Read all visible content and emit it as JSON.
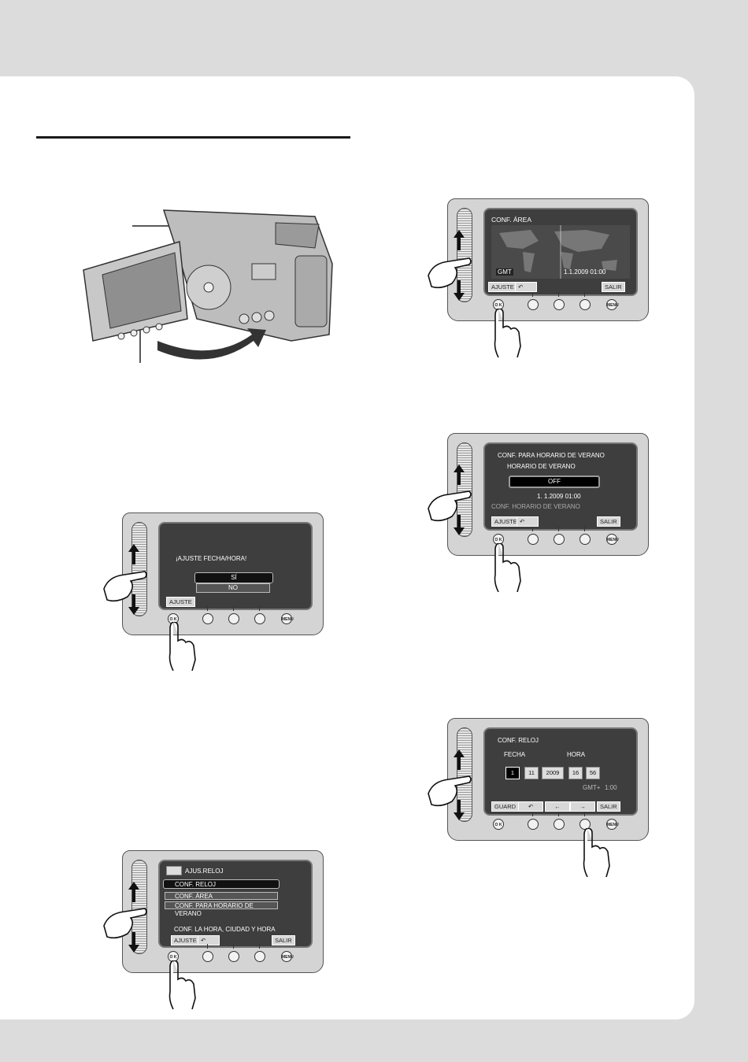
{
  "screens": {
    "fecha_hora": {
      "message": "¡AJUSTE FECHA/HORA!",
      "opt_yes": "SÍ",
      "opt_no": "NO",
      "btn_set": "AJUSTE"
    },
    "ajus_reloj": {
      "title": "AJUS.RELOJ",
      "item1": "CONF. RELOJ",
      "item2": "CONF. ÁREA",
      "item3": "CONF. PARA HORARIO DE VERANO",
      "hint": "CONF. LA HORA, CIUDAD Y HORA",
      "btn_set": "AJUSTE",
      "btn_exit": "SALIR"
    },
    "area": {
      "title": "CONF. ÁREA",
      "gmt": "GMT",
      "datetime": "1.1.2009 01:00",
      "btn_set": "AJUSTE",
      "btn_exit": "SALIR"
    },
    "verano": {
      "title": "CONF. PARA HORARIO DE VERANO",
      "subtitle": "HORARIO DE VERANO",
      "value": "OFF",
      "datetime": "1. 1.2009 01:00",
      "hint": "CONF. HORARIO DE VERANO",
      "btn_set": "AJUSTE",
      "btn_exit": "SALIR"
    },
    "reloj": {
      "title": "CONF. RELOJ",
      "label_date": "FECHA",
      "label_time": "HORA",
      "day": "1",
      "month": "11",
      "year": "2009",
      "hour": "16",
      "minute": "56",
      "gmt": "GMT+",
      "gmt_val": "1:00",
      "btn_save": "GUARD",
      "btn_exit": "SALIR"
    }
  },
  "buttons": {
    "ok": "O K",
    "menu": "MENU"
  }
}
